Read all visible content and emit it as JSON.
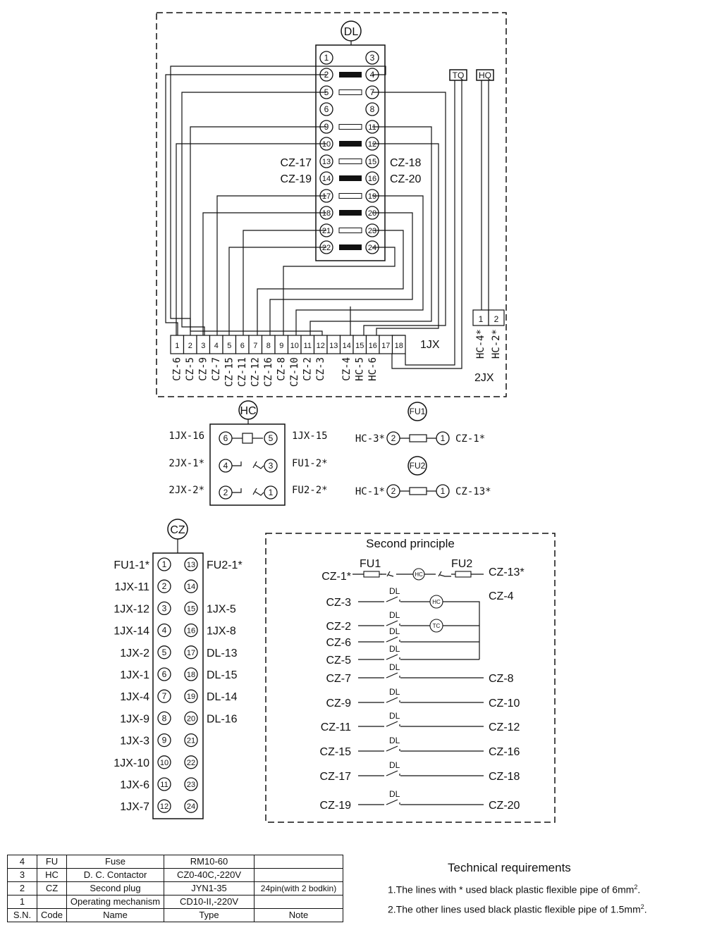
{
  "labels": {
    "dl": "DL",
    "tq": "TQ",
    "hq": "HQ",
    "hc": "HC",
    "fu1": "FU1",
    "fu2": "FU2",
    "cz": "CZ",
    "tc": "TC",
    "jx1": "1JX",
    "jx2": "2JX",
    "cz17": "CZ-17",
    "cz18": "CZ-18",
    "cz19": "CZ-19",
    "cz20": "CZ-20"
  },
  "dl_rows": [
    {
      "l": "1",
      "r": "3",
      "bar": "none"
    },
    {
      "l": "2",
      "r": "4",
      "bar": "filled"
    },
    {
      "l": "5",
      "r": "7",
      "bar": "open"
    },
    {
      "l": "6",
      "r": "8",
      "bar": "none"
    },
    {
      "l": "9",
      "r": "11",
      "bar": "open"
    },
    {
      "l": "10",
      "r": "12",
      "bar": "filled"
    },
    {
      "l": "13",
      "r": "15",
      "bar": "open"
    },
    {
      "l": "14",
      "r": "16",
      "bar": "filled"
    },
    {
      "l": "17",
      "r": "19",
      "bar": "open"
    },
    {
      "l": "18",
      "r": "20",
      "bar": "filled"
    },
    {
      "l": "21",
      "r": "23",
      "bar": "open"
    },
    {
      "l": "22",
      "r": "24",
      "bar": "filled"
    }
  ],
  "jx1_terminals": [
    "1",
    "2",
    "3",
    "4",
    "5",
    "6",
    "7",
    "8",
    "9",
    "10",
    "11",
    "12",
    "13",
    "14",
    "15",
    "16",
    "17",
    "18"
  ],
  "jx1_labels": [
    "CZ-6",
    "CZ-5",
    "CZ-9",
    "CZ-7",
    "CZ-15",
    "CZ-11",
    "CZ-12",
    "CZ-16",
    "CZ-8",
    "CZ-10",
    "CZ-2",
    "CZ-3",
    "",
    "CZ-4",
    "HC-5",
    "HC-6",
    "",
    ""
  ],
  "jx2_terminals": [
    "1",
    "2"
  ],
  "jx2_labels": [
    "HC-4*",
    "HC-2*"
  ],
  "hc": {
    "rows": [
      {
        "left": "1JX-16",
        "lpin": "6",
        "rpin": "5",
        "right": "1JX-15",
        "kind": "coil"
      },
      {
        "left": "2JX-1*",
        "lpin": "4",
        "rpin": "3",
        "right": "FU1-2*",
        "kind": "contact"
      },
      {
        "left": "2JX-2*",
        "lpin": "2",
        "rpin": "1",
        "right": "FU2-2*",
        "kind": "contact"
      }
    ]
  },
  "fu1": {
    "left": "HC-3*",
    "lpin": "2",
    "rpin": "1",
    "right": "CZ-1*"
  },
  "fu2": {
    "left": "HC-1*",
    "lpin": "2",
    "rpin": "1",
    "right": "CZ-13*"
  },
  "cz_rows": [
    {
      "left": "FU1-1*",
      "lpin": "1",
      "rpin": "13",
      "right": "FU2-1*"
    },
    {
      "left": "1JX-11",
      "lpin": "2",
      "rpin": "14",
      "right": ""
    },
    {
      "left": "1JX-12",
      "lpin": "3",
      "rpin": "15",
      "right": "1JX-5"
    },
    {
      "left": "1JX-14",
      "lpin": "4",
      "rpin": "16",
      "right": "1JX-8"
    },
    {
      "left": "1JX-2",
      "lpin": "5",
      "rpin": "17",
      "right": "DL-13"
    },
    {
      "left": "1JX-1",
      "lpin": "6",
      "rpin": "18",
      "right": "DL-15"
    },
    {
      "left": "1JX-4",
      "lpin": "7",
      "rpin": "19",
      "right": "DL-14"
    },
    {
      "left": "1JX-9",
      "lpin": "8",
      "rpin": "20",
      "right": "DL-16"
    },
    {
      "left": "1JX-3",
      "lpin": "9",
      "rpin": "21",
      "right": ""
    },
    {
      "left": "1JX-10",
      "lpin": "10",
      "rpin": "22",
      "right": ""
    },
    {
      "left": "1JX-6",
      "lpin": "11",
      "rpin": "23",
      "right": ""
    },
    {
      "left": "1JX-7",
      "lpin": "12",
      "rpin": "24",
      "right": ""
    }
  ],
  "principle": {
    "title": "Second principle",
    "top": {
      "left": "CZ-1*",
      "fu1": "FU1",
      "fu2": "FU2",
      "right": "CZ-13*"
    },
    "right_cz4": "CZ-4",
    "dl": "DL",
    "rows_upper": [
      "CZ-3",
      "CZ-2",
      "CZ-6",
      "CZ-5"
    ],
    "rows": [
      {
        "left": "CZ-7",
        "right": "CZ-8"
      },
      {
        "left": "CZ-9",
        "right": "CZ-10"
      },
      {
        "left": "CZ-11",
        "right": "CZ-12"
      },
      {
        "left": "CZ-15",
        "right": "CZ-16"
      },
      {
        "left": "CZ-17",
        "right": "CZ-18"
      },
      {
        "left": "CZ-19",
        "right": "CZ-20"
      }
    ]
  },
  "bom": {
    "rows": [
      [
        "4",
        "FU",
        "Fuse",
        "RM10-60",
        ""
      ],
      [
        "3",
        "HC",
        "D. C. Contactor",
        "CZ0-40C,-220V",
        ""
      ],
      [
        "2",
        "CZ",
        "Second plug",
        "JYN1-35",
        "24pin(with 2 bodkin)"
      ],
      [
        "1",
        "",
        "Operating mechanism",
        "CD10-II,-220V",
        ""
      ]
    ],
    "header": [
      "S.N.",
      "Code",
      "Name",
      "Type",
      "Note"
    ]
  },
  "tech": {
    "title": "Technical requirements",
    "items": [
      {
        "text": "1.The lines with * used black plastic flexible pipe of 6mm",
        "sup": "2",
        "end": "."
      },
      {
        "text": "2.The other lines used black plastic flexible pipe of 1.5mm",
        "sup": "2",
        "end": "."
      }
    ]
  }
}
